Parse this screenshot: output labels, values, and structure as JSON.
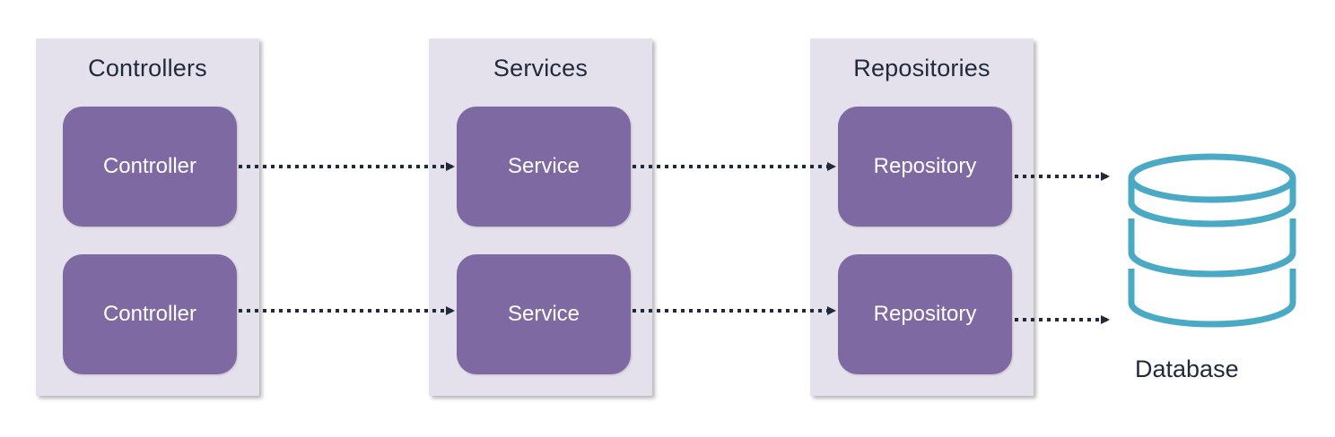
{
  "layers": [
    {
      "title": "Controllers",
      "boxes": [
        "Controller",
        "Controller"
      ]
    },
    {
      "title": "Services",
      "boxes": [
        "Service",
        "Service"
      ]
    },
    {
      "title": "Repositories",
      "boxes": [
        "Repository",
        "Repository"
      ]
    }
  ],
  "database": {
    "label": "Database"
  },
  "colors": {
    "layer_bg": "#e4e0ec",
    "box_fill": "#7f69a2",
    "box_text": "#ffffff",
    "arrow": "#1f2a3c",
    "database_stroke": "#4aa9c4",
    "title_text": "#1f2a3c"
  },
  "icons": {
    "database": "database-cylinder-icon"
  }
}
